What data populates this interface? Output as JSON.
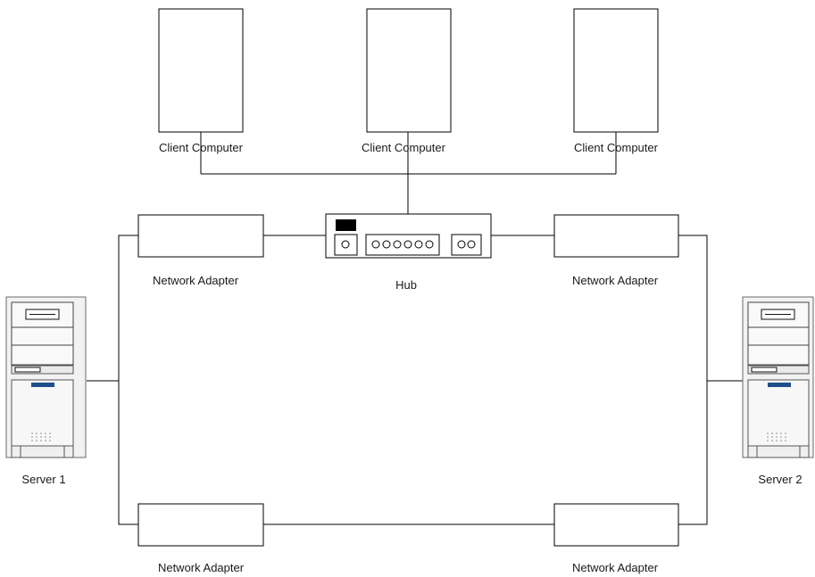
{
  "nodes": {
    "client_1": "Client Computer",
    "client_2": "Client Computer",
    "client_3": "Client Computer",
    "hub": "Hub",
    "adapter_top_left": "Network Adapter",
    "adapter_top_right": "Network Adapter",
    "adapter_bottom_left": "Network Adapter",
    "adapter_bottom_right": "Network Adapter",
    "server_1": "Server 1",
    "server_2": "Server 2"
  },
  "colors": {
    "line": "#000000",
    "server_body": "#f2f2f2",
    "server_panel": "#f7f7f7",
    "server_badge": "#1f4e8c",
    "hub_display": "#000000"
  }
}
